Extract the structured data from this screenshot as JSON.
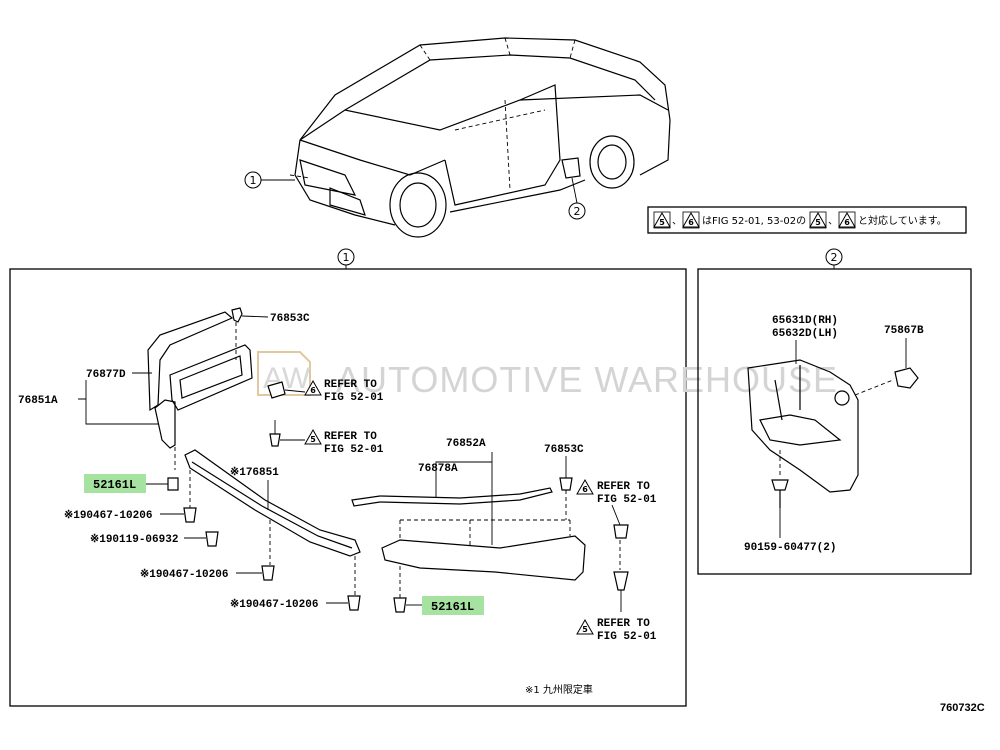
{
  "diagram": {
    "watermark": {
      "logo": "AW",
      "text": "AUTOMOTIVE WAREHOUSE"
    },
    "top_note": {
      "badge_a": "5",
      "badge_b": "6",
      "text_1": "はFIG 52-01, 53-02の",
      "text_2": "と対応しています。"
    },
    "callouts": {
      "one": "1",
      "two": "2"
    },
    "section_1": {
      "marker": "1",
      "labels": {
        "p76853c_top": "76853C",
        "p76877d": "76877D",
        "p76851a": "76851A",
        "refer_a_line1": "REFER TO",
        "refer_a_line2": "FIG 52-01",
        "refer_a_badge": "6",
        "refer_b_line1": "REFER TO",
        "refer_b_line2": "FIG 52-01",
        "refer_b_badge": "5",
        "p52161l_left": "52161L",
        "p176851": "※176851",
        "p190467_a": "※190467-10206",
        "p190119": "※190119-06932",
        "p190467_b": "※190467-10206",
        "p190467_c": "※190467-10206",
        "p76852a": "76852A",
        "p76878a": "76878A",
        "p76853c_right": "76853C",
        "refer_c_line1": "REFER TO",
        "refer_c_line2": "FIG 52-01",
        "refer_c_badge": "6",
        "refer_d_line1": "REFER TO",
        "refer_d_line2": "FIG 52-01",
        "refer_d_badge": "5",
        "p52161l_right": "52161L",
        "footnote": "※1 九州限定車"
      }
    },
    "section_2": {
      "marker": "2",
      "labels": {
        "p65631d": "65631D(RH)",
        "p65632d": "65632D(LH)",
        "p75867b": "75867B",
        "p90159": "90159-60477(2)"
      }
    },
    "figure_code": "760732C",
    "colors": {
      "highlight": "#a6e3a1",
      "line": "#000000",
      "watermark": "#d4d4d4"
    }
  }
}
